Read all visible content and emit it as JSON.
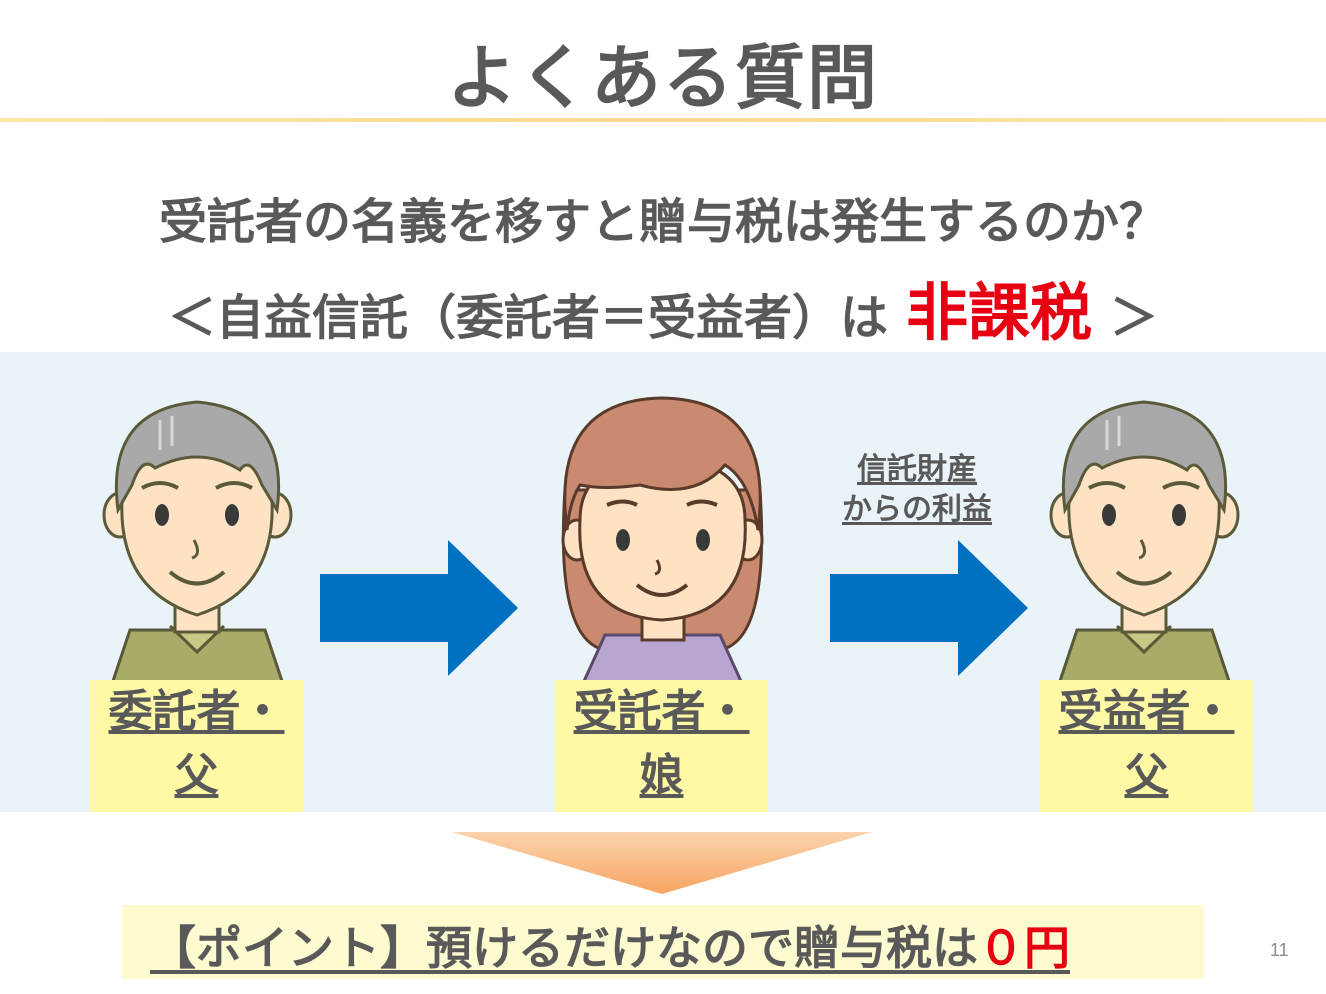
{
  "slide": {
    "title": "よくある質問",
    "question": "受託者の名義を移すと贈与税は発生するのか？",
    "answer_prefix": "＜自益信託（委託者＝受益者）は",
    "answer_highlight": "非課税",
    "answer_suffix": "＞",
    "page_number": "11"
  },
  "diagram": {
    "people": [
      {
        "role": "委託者・",
        "relation": "父",
        "figure": "elderly-man-icon"
      },
      {
        "role": "受託者・",
        "relation": "娘",
        "figure": "woman-icon"
      },
      {
        "role": "受益者・",
        "relation": "父",
        "figure": "elderly-man-icon"
      }
    ],
    "benefit_line1": "信託財産",
    "benefit_line2": "からの利益",
    "arrow_color": "#0070c0"
  },
  "point": {
    "text": "【ポイント】預けるだけなので贈与税は",
    "highlight": "０円"
  },
  "colors": {
    "highlight_red": "#e60012",
    "label_yellow": "#fff9a6",
    "band_blue": "#eaf4f8",
    "down_arrow_orange": "#f8b47a"
  }
}
